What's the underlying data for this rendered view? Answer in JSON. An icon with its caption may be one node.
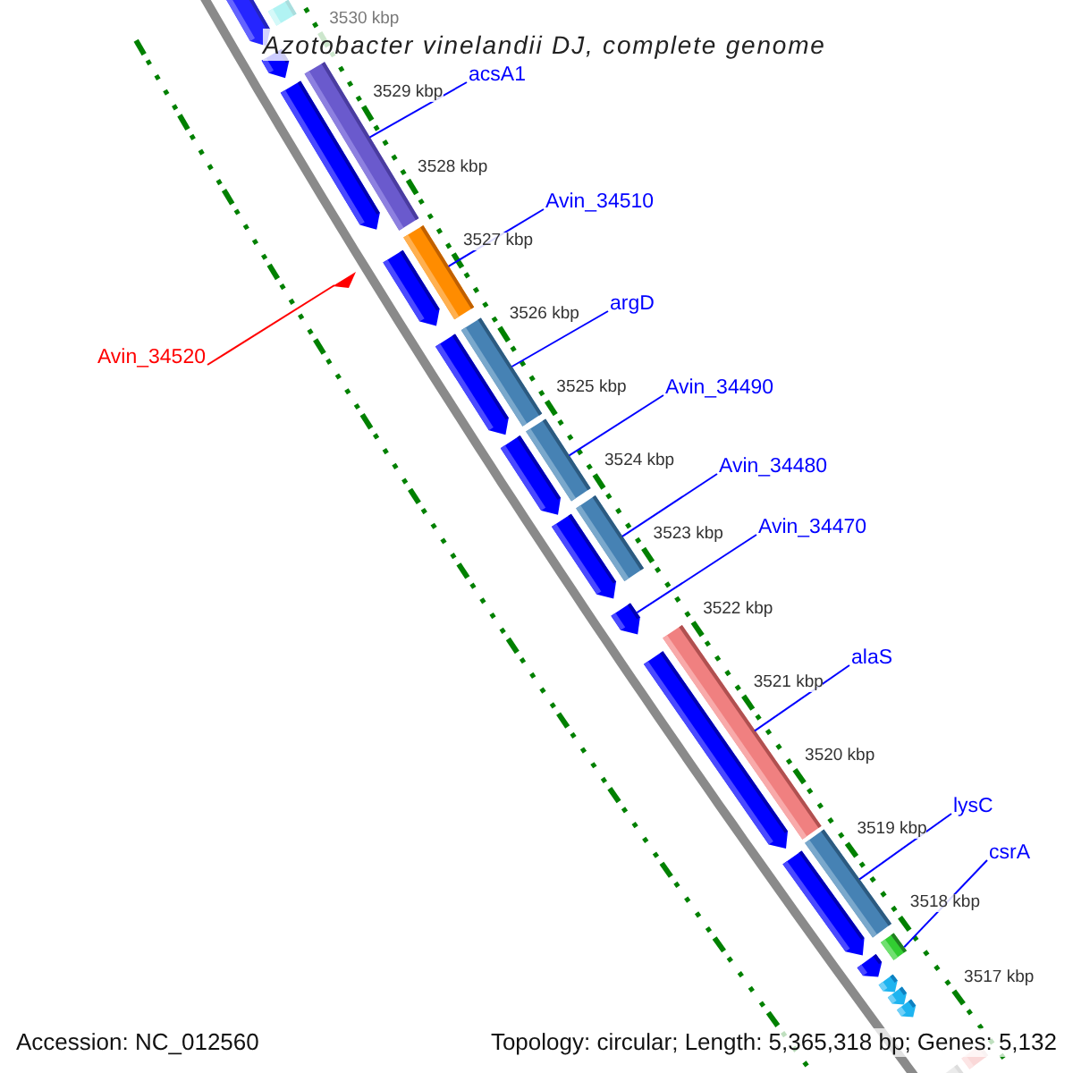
{
  "diagram": {
    "title": "Azotobacter vinelandii DJ, complete genome",
    "nodes": [
      {
        "text": [
          "acsA1"
        ]
      },
      {
        "text": [
          "Avin_34510"
        ]
      },
      {
        "text": [
          "argD"
        ]
      },
      {
        "text": [
          "Avin_34490"
        ]
      },
      {
        "text": [
          "Avin_34480"
        ]
      },
      {
        "text": [
          "Avin_34470"
        ]
      },
      {
        "text": [
          "alaS"
        ]
      },
      {
        "text": [
          "lysC"
        ]
      },
      {
        "text": [
          "csrA"
        ]
      },
      {
        "text": [
          "Avin_34520"
        ]
      },
      {
        "text": [],
        "shape": "bar"
      },
      {
        "text": [],
        "shape": "pentagon"
      },
      {
        "text": [],
        "shape": "pentagon"
      },
      {
        "text": [],
        "shape": "bar"
      },
      {
        "text": [],
        "shape": "pentagon"
      },
      {
        "text": [],
        "shape": "bar"
      },
      {
        "text": [],
        "shape": "pentagon"
      },
      {
        "text": [],
        "shape": "triangle"
      },
      {
        "text": [],
        "shape": "bar"
      },
      {
        "text": [],
        "shape": "pentagon"
      },
      {
        "text": [],
        "shape": "bar"
      },
      {
        "text": [],
        "shape": "pentagon"
      },
      {
        "text": [],
        "shape": "bar"
      },
      {
        "text": [],
        "shape": "pentagon"
      },
      {
        "text": [],
        "shape": "pentagon"
      },
      {
        "text": [],
        "shape": "bar"
      },
      {
        "text": [],
        "shape": "pentagon"
      },
      {
        "text": [],
        "shape": "bar"
      },
      {
        "text": [],
        "shape": "pentagon"
      },
      {
        "text": [],
        "shape": "bar"
      },
      {
        "text": [],
        "shape": "pentagon"
      },
      {
        "text": [],
        "shape": "pentagon"
      },
      {
        "text": [],
        "shape": "pentagon"
      },
      {
        "text": [],
        "shape": "pentagon"
      },
      {
        "text": [],
        "shape": "bar"
      },
      {
        "text": [],
        "shape": "pentagon"
      }
    ],
    "edges": [
      {
        "from": 0,
        "to": 13,
        "arrow": "none"
      },
      {
        "from": 1,
        "to": 15,
        "arrow": "none"
      },
      {
        "from": 2,
        "to": 18,
        "arrow": "none"
      },
      {
        "from": 3,
        "to": 20,
        "arrow": "none"
      },
      {
        "from": 4,
        "to": 22,
        "arrow": "none"
      },
      {
        "from": 5,
        "to": 24,
        "arrow": "none"
      },
      {
        "from": 6,
        "to": 25,
        "arrow": "none"
      },
      {
        "from": 7,
        "to": 27,
        "arrow": "none"
      },
      {
        "from": 8,
        "to": 29,
        "arrow": "none"
      },
      {
        "from": 9,
        "to": 17,
        "arrow": "none",
        "color": "#ff0000"
      }
    ],
    "labels": [
      "3530 kbp",
      "3529 kbp",
      "3528 kbp",
      "3527 kbp",
      "3526 kbp",
      "3525 kbp",
      "3524 kbp",
      "3523 kbp",
      "3522 kbp",
      "3521 kbp",
      "3520 kbp",
      "3519 kbp",
      "3518 kbp",
      "3517 kbp",
      "Accession: NC_012560",
      "Topology: circular; Length: 5,365,318 bp; Genes: 5,132"
    ]
  }
}
